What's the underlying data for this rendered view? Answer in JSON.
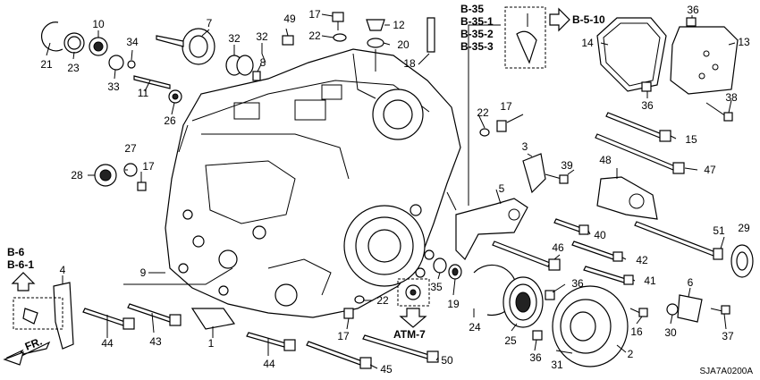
{
  "part_numbers": [
    "1",
    "2",
    "3",
    "4",
    "5",
    "6",
    "7",
    "8",
    "9",
    "10",
    "11",
    "12",
    "13",
    "14",
    "15",
    "16",
    "17",
    "17",
    "17",
    "17",
    "18",
    "19",
    "20",
    "21",
    "22",
    "22",
    "22",
    "23",
    "24",
    "25",
    "26",
    "27",
    "28",
    "29",
    "30",
    "31",
    "32",
    "32",
    "33",
    "34",
    "35",
    "36",
    "36",
    "36",
    "36",
    "37",
    "38",
    "39",
    "40",
    "41",
    "42",
    "43",
    "44",
    "44",
    "45",
    "46",
    "47",
    "48",
    "49",
    "50",
    "51"
  ],
  "references": {
    "b35": "B-35",
    "b351": "B-35-1",
    "b352": "B-35-2",
    "b353": "B-35-3",
    "b510": "B-5-10",
    "b6": "B-6",
    "b61": "B-6-1",
    "atm7": "ATM-7",
    "fr": "FR."
  },
  "diagram_code": "SJA7A0200A"
}
